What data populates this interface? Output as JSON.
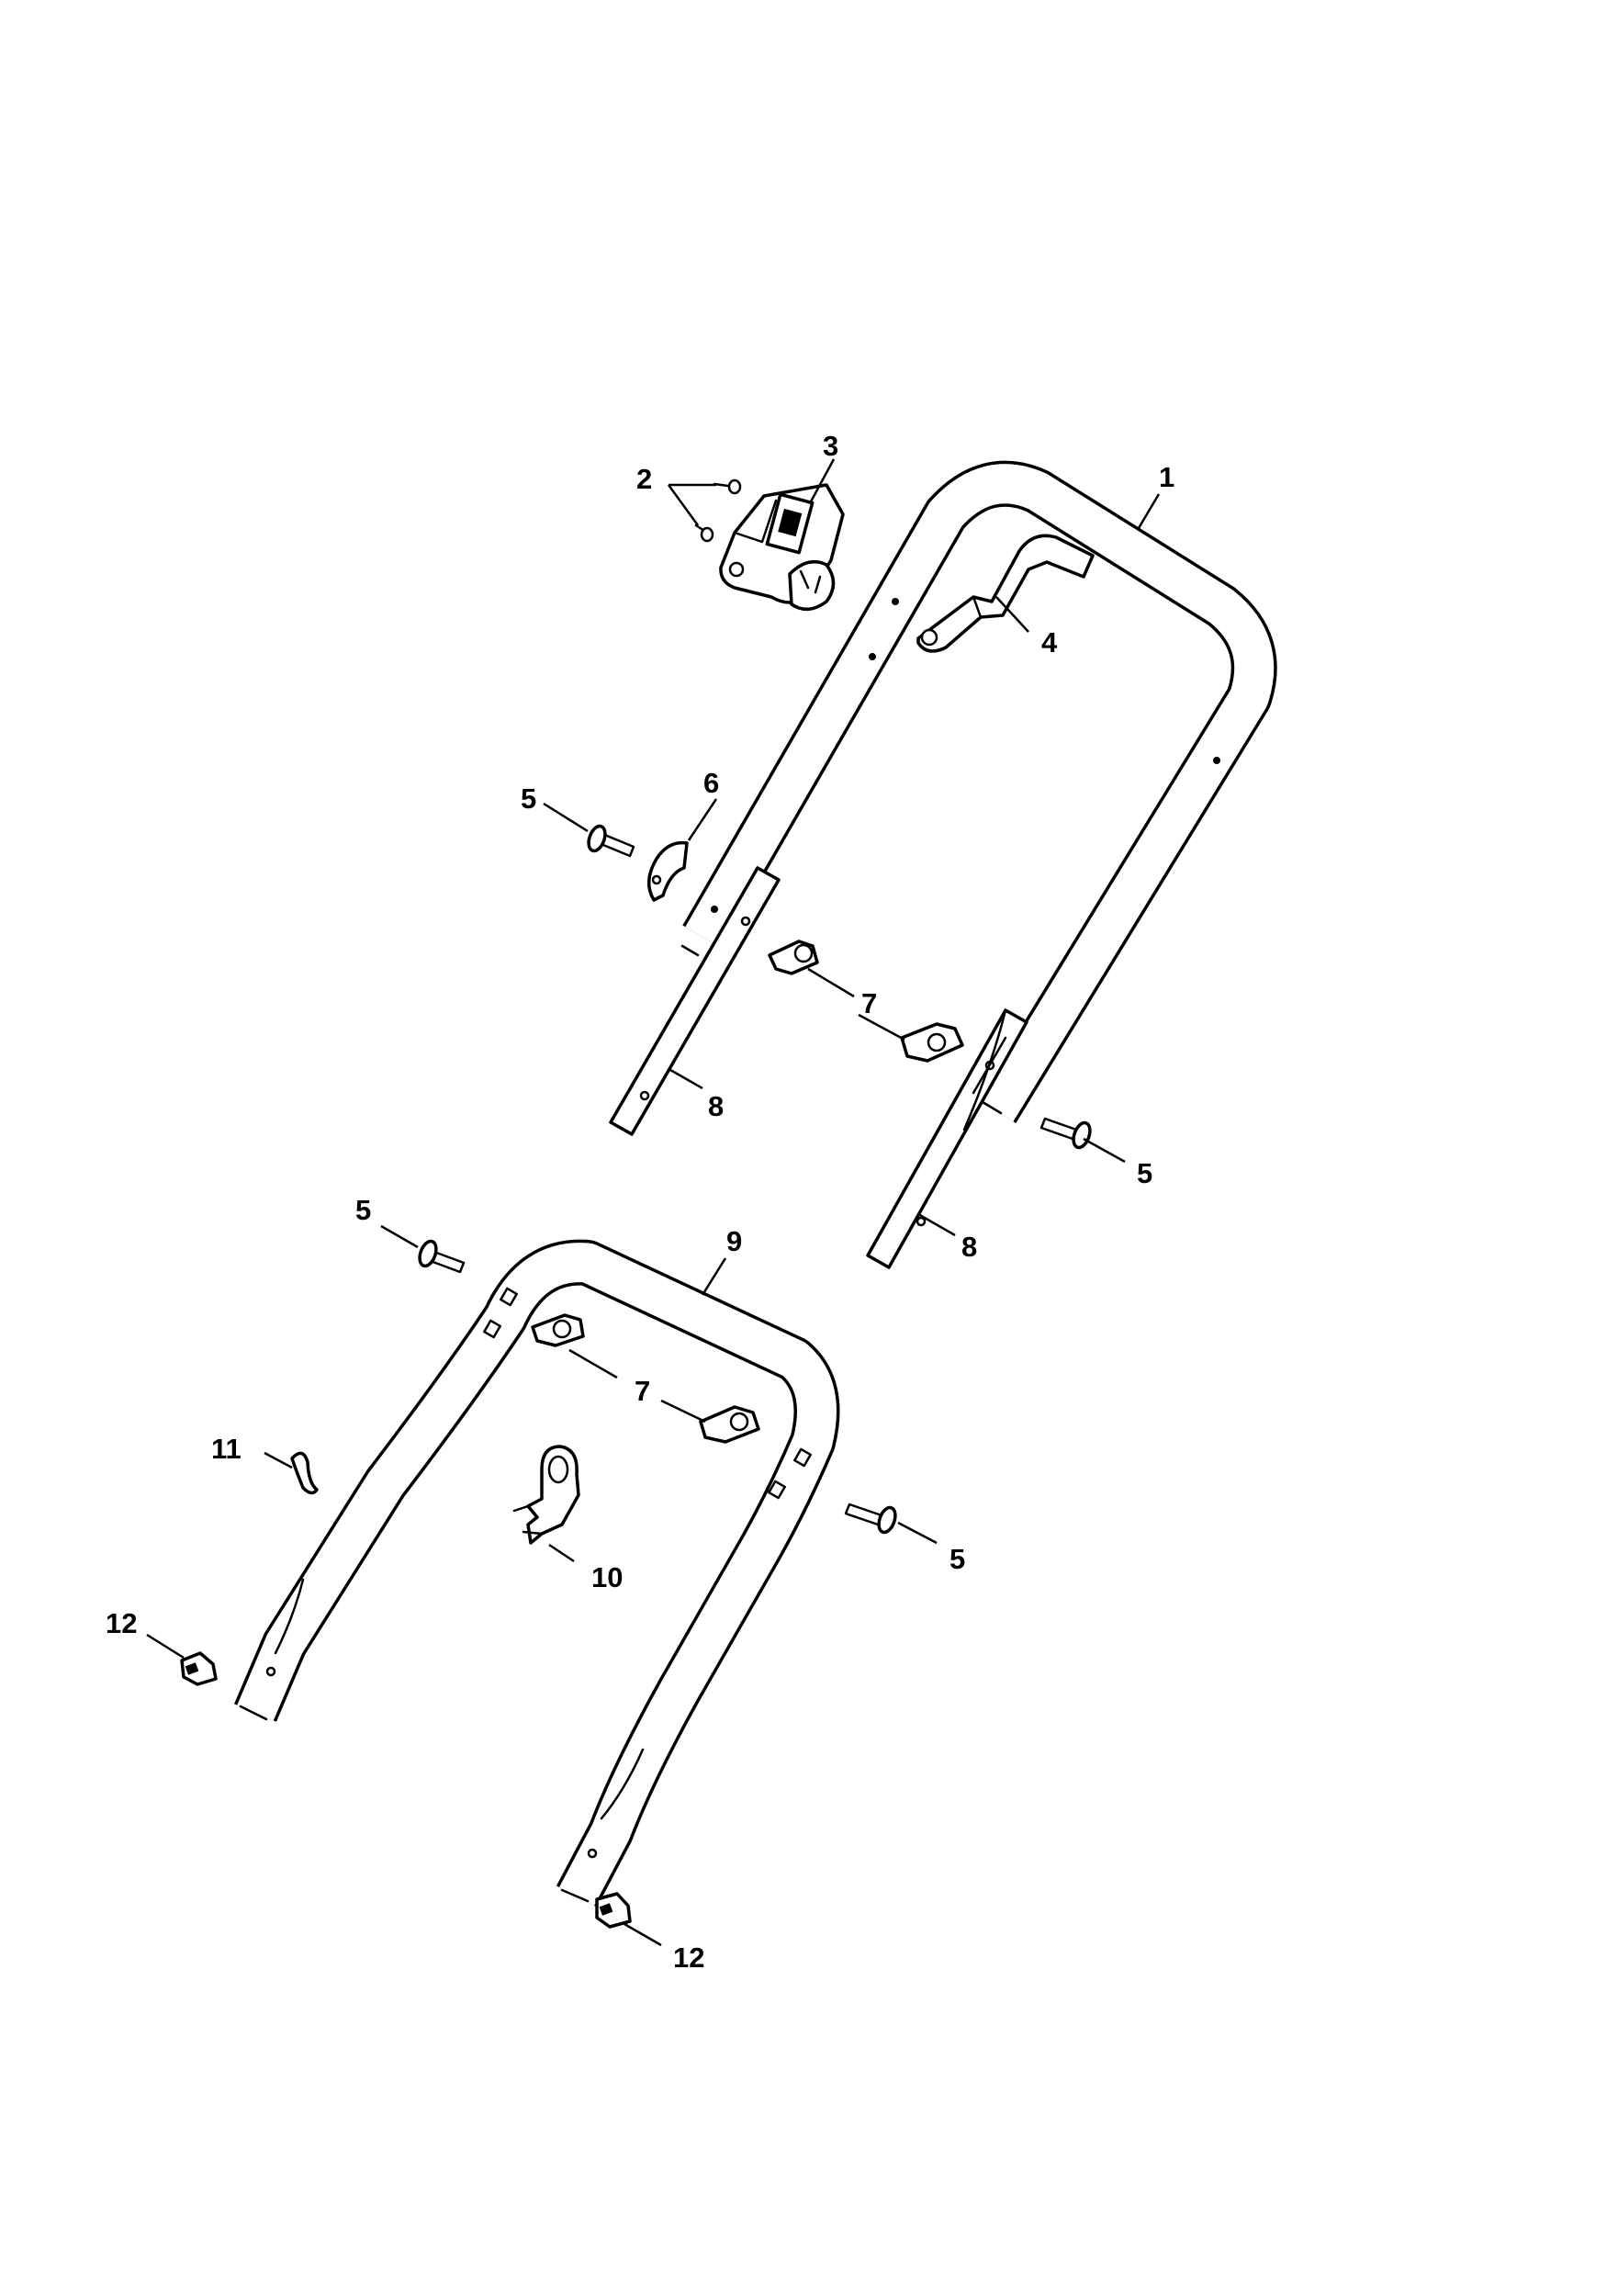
{
  "diagram": {
    "callouts": [
      {
        "id": "c1",
        "label": "1"
      },
      {
        "id": "c2",
        "label": "2"
      },
      {
        "id": "c3",
        "label": "3"
      },
      {
        "id": "c4",
        "label": "4"
      },
      {
        "id": "c5a",
        "label": "5"
      },
      {
        "id": "c6",
        "label": "6"
      },
      {
        "id": "c7a",
        "label": "7"
      },
      {
        "id": "c8a",
        "label": "8"
      },
      {
        "id": "c5b",
        "label": "5"
      },
      {
        "id": "c8b",
        "label": "8"
      },
      {
        "id": "c5c",
        "label": "5"
      },
      {
        "id": "c9",
        "label": "9"
      },
      {
        "id": "c7b",
        "label": "7"
      },
      {
        "id": "c11",
        "label": "11"
      },
      {
        "id": "c5d",
        "label": "5"
      },
      {
        "id": "c10",
        "label": "10"
      },
      {
        "id": "c12a",
        "label": "12"
      },
      {
        "id": "c12b",
        "label": "12"
      }
    ]
  }
}
